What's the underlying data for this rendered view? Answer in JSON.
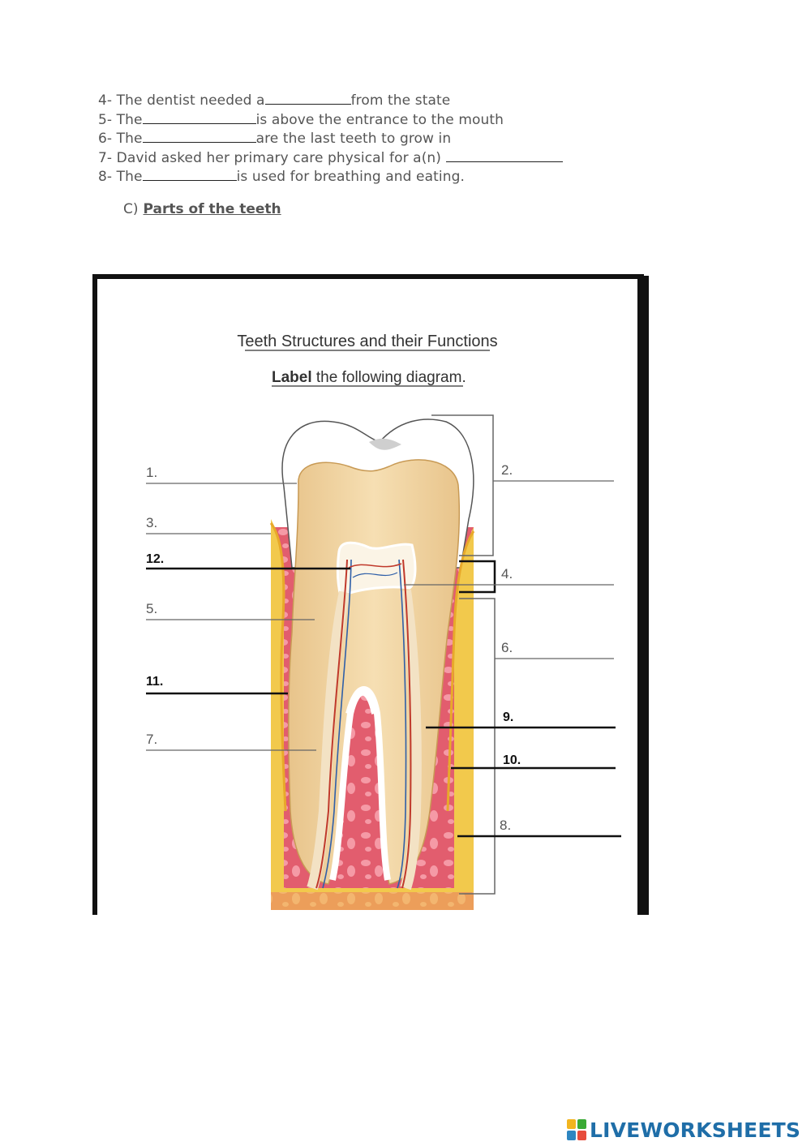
{
  "sentences": [
    {
      "before": "4- The dentist needed a",
      "after": "from the state",
      "blank_width": 106
    },
    {
      "before": "5- The",
      "after": "is above the entrance to the mouth",
      "blank_width": 140
    },
    {
      "before": "6- The",
      "after": "are the last teeth to grow in",
      "blank_width": 140
    },
    {
      "before": "7- David asked her primary care physical for a(n) ",
      "after": "",
      "blank_width": 144
    },
    {
      "before": "8- The",
      "after": "is used for breathing and eating.",
      "blank_width": 116
    }
  ],
  "section": {
    "marker": "C)",
    "title": "Parts of the teeth"
  },
  "diagram": {
    "title": "Teeth Structures and their Functions",
    "instruction_bold": "Label",
    "instruction_rest": " the following diagram.",
    "labels": [
      "1.",
      "2.",
      "3.",
      "4.",
      "5.",
      "6.",
      "7.",
      "8.",
      "9.",
      "10.",
      "11.",
      "12."
    ]
  },
  "brand": {
    "text": "LIVEWORKSHEETS",
    "icon": "liveworksheets-logo-icon",
    "color": "#1f6ea8"
  }
}
